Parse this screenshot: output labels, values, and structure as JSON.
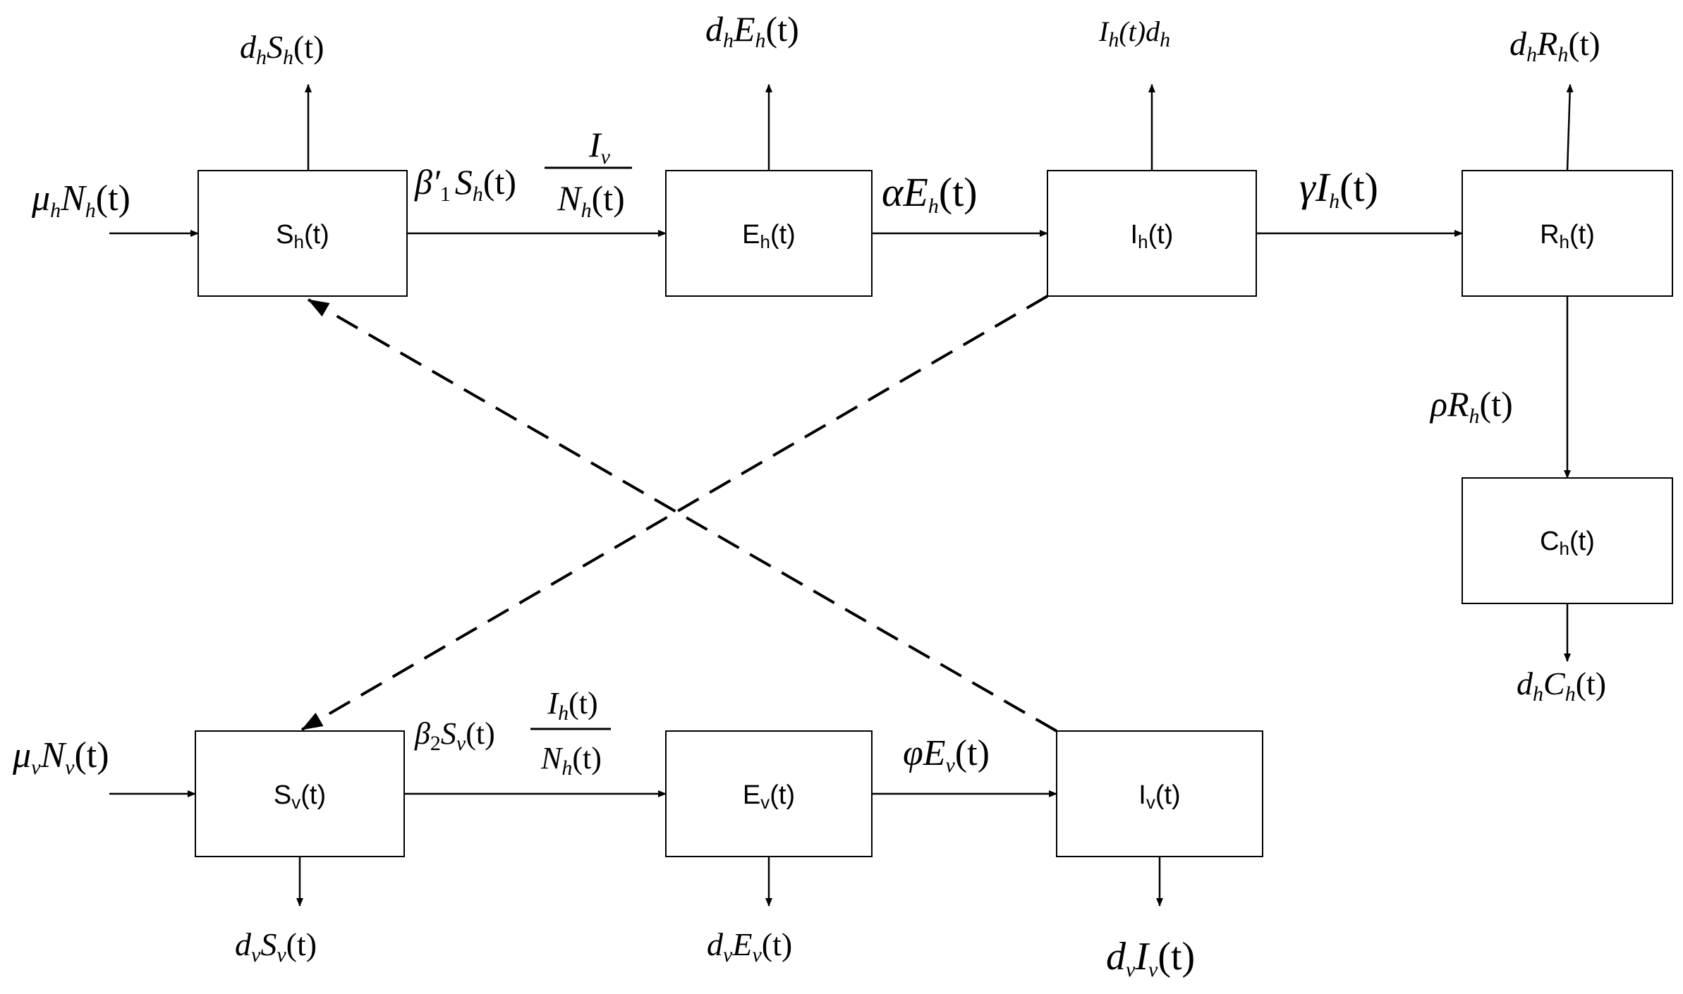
{
  "compartments": {
    "Sh": {
      "main": "S",
      "sub": "h",
      "arg": "(t)"
    },
    "Eh": {
      "main": "E",
      "sub": "h",
      "arg": "(t)"
    },
    "Ih": {
      "main": "I",
      "sub": "h",
      "arg": "(t)"
    },
    "Rh": {
      "main": "R",
      "sub": "h",
      "arg": "(t)"
    },
    "Ch": {
      "main": "C",
      "sub": "h",
      "arg": "(t)"
    },
    "Sv": {
      "main": "S",
      "sub": "v",
      "arg": "(t)"
    },
    "Ev": {
      "main": "E",
      "sub": "v",
      "arg": "(t)"
    },
    "Iv": {
      "main": "I",
      "sub": "v",
      "arg": "(t)"
    }
  },
  "labels": {
    "recruit_h": {
      "a": "μ",
      "a_sub": "h",
      "b": "N",
      "b_sub": "h",
      "c": "(t)"
    },
    "recruit_v": {
      "a": "μ",
      "a_sub": "v",
      "b": "N",
      "b_sub": "v",
      "c": "(t)"
    },
    "death_Sh": {
      "a": "d",
      "a_sub": "h",
      "b": "S",
      "b_sub": "h",
      "c": "(t)"
    },
    "death_Eh": {
      "a": "d",
      "a_sub": "h",
      "b": "E",
      "b_sub": "h",
      "c": "(t)"
    },
    "death_Ih": {
      "a": "I",
      "a_sub": "h",
      "b": "(t)d",
      "b_sub": "h"
    },
    "death_Rh": {
      "a": "d",
      "a_sub": "h",
      "b": "R",
      "b_sub": "h",
      "c": "(t)"
    },
    "death_Ch": {
      "a": "d",
      "a_sub": "h",
      "b": "C",
      "b_sub": "h",
      "c": "(t)"
    },
    "death_Sv": {
      "a": "d",
      "a_sub": "v",
      "b": "S",
      "b_sub": "v",
      "c": "(t)"
    },
    "death_Ev": {
      "a": "d",
      "a_sub": "v",
      "b": "E",
      "b_sub": "v",
      "c": "(t)"
    },
    "death_Iv": {
      "a": "d",
      "a_sub": "v",
      "b": "I",
      "b_sub": "v",
      "c": "(t)"
    },
    "infect_h": {
      "pre": "β′",
      "pre_sub": "1",
      "mid": "S",
      "mid_sub": "h",
      "mid_arg": "(t)",
      "num": "I",
      "num_sub": "v",
      "den": "N",
      "den_sub": "h",
      "den_arg": "(t)"
    },
    "infect_v": {
      "pre": "β",
      "pre_sub": "2",
      "mid": "S",
      "mid_sub": "v",
      "mid_arg": "(t)",
      "num": "I",
      "num_sub": "h",
      "num_arg": "(t)",
      "den": "N",
      "den_sub": "h",
      "den_arg": "(t)"
    },
    "progress_h": {
      "a": "αE",
      "a_sub": "h",
      "c": "(t)"
    },
    "recover_h": {
      "a": "γI",
      "a_sub": "h",
      "c": "(t)"
    },
    "chronic_h": {
      "a": "ρR",
      "a_sub": "h",
      "c": "(t)"
    },
    "progress_v": {
      "a": "φE",
      "a_sub": "v",
      "c": "(t)"
    }
  }
}
